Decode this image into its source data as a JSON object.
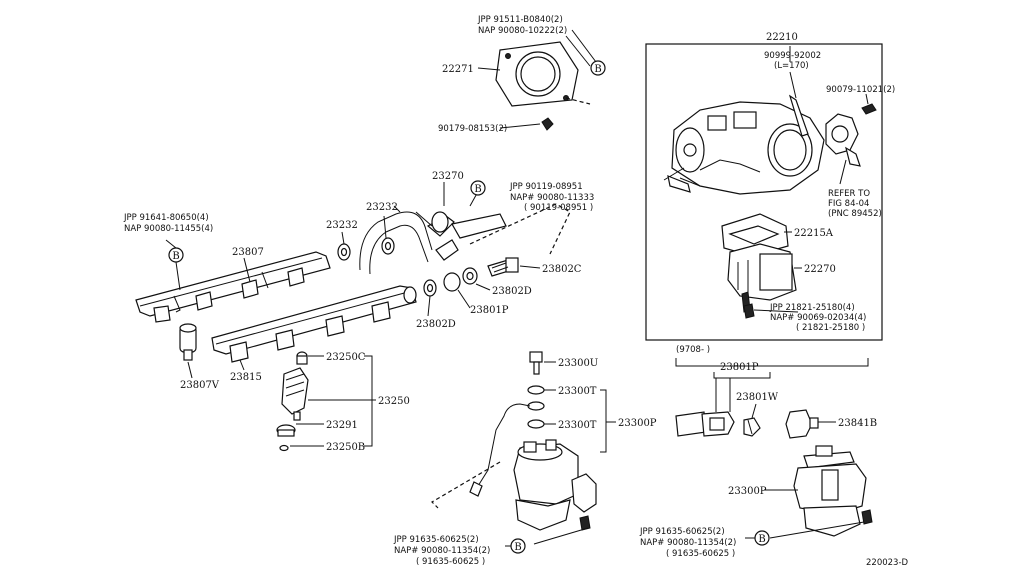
{
  "labels": {
    "jpp_22271_top": "JPP  91511-B0840(2)",
    "nap_22271_top": "NAP  90080-10222(2)",
    "p22271": "22271",
    "p90179": "90179-08153(2)",
    "p22210": "22210",
    "p90999": "90999-92002",
    "p90999_sub": "(L=170)",
    "p90079": "90079-11021(2)",
    "refer1": "REFER TO",
    "refer2": "FIG 84-04",
    "refer3": "(PNC 89452)",
    "p22215a": "22215A",
    "p22270": "22270",
    "jpp_22270": "JPP   21821-25180(4)",
    "nap_22270": "NAP# 90069-02034(4)",
    "nap_22270_sub": "( 21821-25180     )",
    "p23270": "23270",
    "jpp_23270": "JPP   90119-08951",
    "nap_23270": "NAP#  90080-11333",
    "nap_23270_sub": "( 90119-08951      )",
    "jpp_left": "JPP  91641-80650(4)",
    "nap_left": "NAP  90080-11455(4)",
    "p23232_a": "23232",
    "p23232_b": "23232",
    "p23807": "23807",
    "p23802c": "23802C",
    "p23802d_a": "23802D",
    "p23802d_b": "23802D",
    "p23801p": "23801P",
    "p23807v": "23807V",
    "p23815": "23815",
    "p23250c": "23250C",
    "p23250": "23250",
    "p23291": "23291",
    "p23250b": "23250B",
    "p23300u": "23300U",
    "p23300t_a": "23300T",
    "p23300t_b": "23300T",
    "p23300p": "23300P",
    "jpp_pump": "JPP   91635-60625(2)",
    "nap_pump": "NAP# 90080-11354(2)",
    "nap_pump_sub": "( 91635-60625     )",
    "date_code": "(9708-        )",
    "p23801p_r": "23801P",
    "p23801w": "23801W",
    "p23841b": "23841B",
    "p23300p_r": "23300P",
    "jpp_pump_r": "JPP   91635-60625(2)",
    "nap_pump_r": "NAP# 90080-11354(2)",
    "nap_pump_r_sub": "( 91635-60625     )",
    "fig_code": "220023-D",
    "ref_b": "B"
  }
}
